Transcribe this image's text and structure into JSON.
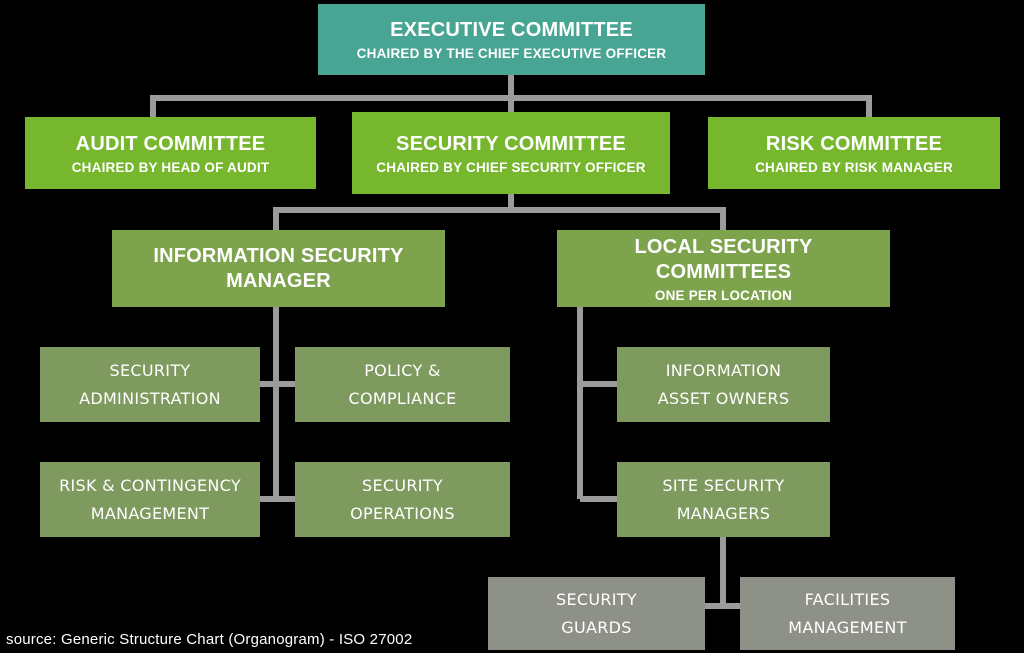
{
  "colors": {
    "background": "#000000",
    "teal": "#48a493",
    "bright_green": "#76b72e",
    "medium_green": "#7da34d",
    "sage_green": "#7e9a5f",
    "gray_box": "#8e9187",
    "line": "#9b9b9b",
    "text": "#ffffff"
  },
  "footer": {
    "source_note": "source: Generic Structure Chart (Organogram) - ISO 27002"
  },
  "org": {
    "executive": {
      "title": "EXECUTIVE COMMITTEE",
      "subtitle": "CHAIRED BY THE CHIEF EXECUTIVE OFFICER"
    },
    "audit": {
      "title": "AUDIT COMMITTEE",
      "subtitle": "CHAIRED BY HEAD OF AUDIT"
    },
    "security": {
      "title": "SECURITY COMMITTEE",
      "subtitle": "CHAIRED BY CHIEF SECURITY OFFICER"
    },
    "risk": {
      "title": "RISK COMMITTEE",
      "subtitle": "CHAIRED BY RISK MANAGER"
    },
    "information_security_manager": {
      "title": "INFORMATION SECURITY\nMANAGER"
    },
    "local_security_committees": {
      "title": "LOCAL SECURITY COMMITTEES",
      "subtitle": "ONE PER LOCATION"
    },
    "security_administration": {
      "title": "SECURITY\nADMINISTRATION"
    },
    "policy_compliance": {
      "title": "POLICY &\nCOMPLIANCE"
    },
    "risk_contingency": {
      "title": "RISK & CONTINGENCY\nMANAGEMENT"
    },
    "security_operations": {
      "title": "SECURITY\nOPERATIONS"
    },
    "information_asset_owners": {
      "title": "INFORMATION\nASSET OWNERS"
    },
    "site_security_managers": {
      "title": "SITE SECURITY\nMANAGERS"
    },
    "security_guards": {
      "title": "SECURITY\nGUARDS"
    },
    "facilities_management": {
      "title": "FACILITIES\nMANAGEMENT"
    }
  }
}
